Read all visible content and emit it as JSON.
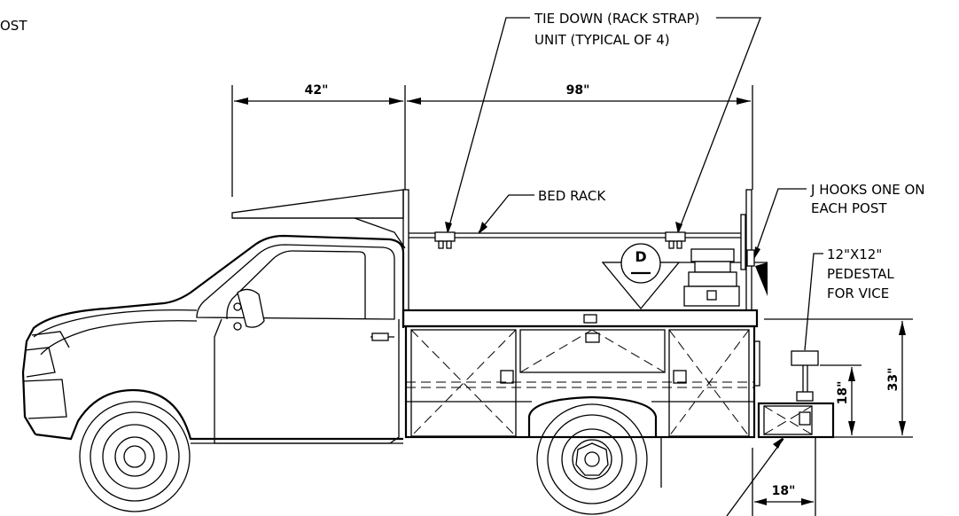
{
  "labels": {
    "top_left_fragment": "OST",
    "tie_down_line1": "TIE DOWN (RACK STRAP)",
    "tie_down_line2": "UNIT (TYPICAL OF 4)",
    "bed_rack": "BED RACK",
    "j_hooks_line1": "J HOOKS ONE ON",
    "j_hooks_line2": "EACH POST",
    "pedestal_line1": "12\"X12\"",
    "pedestal_line2": "PEDESTAL",
    "pedestal_line3": "FOR VICE",
    "symbol_letter": "D"
  },
  "dimensions": {
    "rack_overhang": "42\"",
    "bed_rack_length": "98\"",
    "bed_height": "33\"",
    "pedestal_height": "18\"",
    "pedestal_offset": "18\""
  }
}
